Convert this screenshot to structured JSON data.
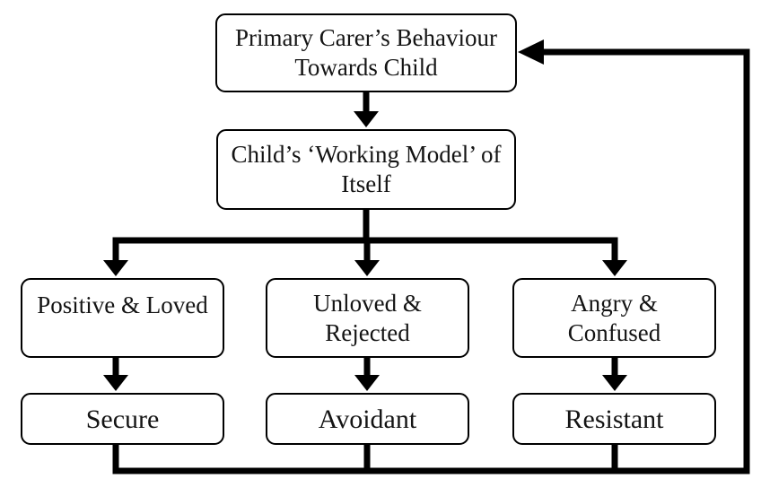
{
  "palette": {
    "background": "#ffffff",
    "box_fill": "#ffffff",
    "box_border": "#000000",
    "line": "#000000",
    "text": "#141414"
  },
  "diagram": {
    "type": "flowchart",
    "nodes": {
      "carer": {
        "lines": [
          "Primary Carer’s Behaviour",
          "Towards Child"
        ]
      },
      "model": {
        "lines": [
          "Child’s ‘Working Model’ of",
          "Itself"
        ]
      },
      "positive": {
        "lines": [
          "Positive & Loved"
        ]
      },
      "unloved": {
        "lines": [
          "Unloved &",
          "Rejected"
        ]
      },
      "angry": {
        "lines": [
          "Angry &",
          "Confused"
        ]
      },
      "secure": {
        "lines": [
          "Secure"
        ]
      },
      "avoidant": {
        "lines": [
          "Avoidant"
        ]
      },
      "resistant": {
        "lines": [
          "Resistant"
        ]
      }
    },
    "edges": [
      {
        "from": "carer",
        "to": "model",
        "arrow": true
      },
      {
        "from": "model",
        "to": "positive",
        "arrow": true
      },
      {
        "from": "model",
        "to": "unloved",
        "arrow": true
      },
      {
        "from": "model",
        "to": "angry",
        "arrow": true
      },
      {
        "from": "positive",
        "to": "secure",
        "arrow": true
      },
      {
        "from": "unloved",
        "to": "avoidant",
        "arrow": true
      },
      {
        "from": "angry",
        "to": "resistant",
        "arrow": true
      },
      {
        "from": "secure",
        "to": "carer",
        "arrow": true
      },
      {
        "from": "avoidant",
        "to": "carer",
        "arrow": true
      },
      {
        "from": "resistant",
        "to": "carer",
        "arrow": true
      }
    ]
  }
}
